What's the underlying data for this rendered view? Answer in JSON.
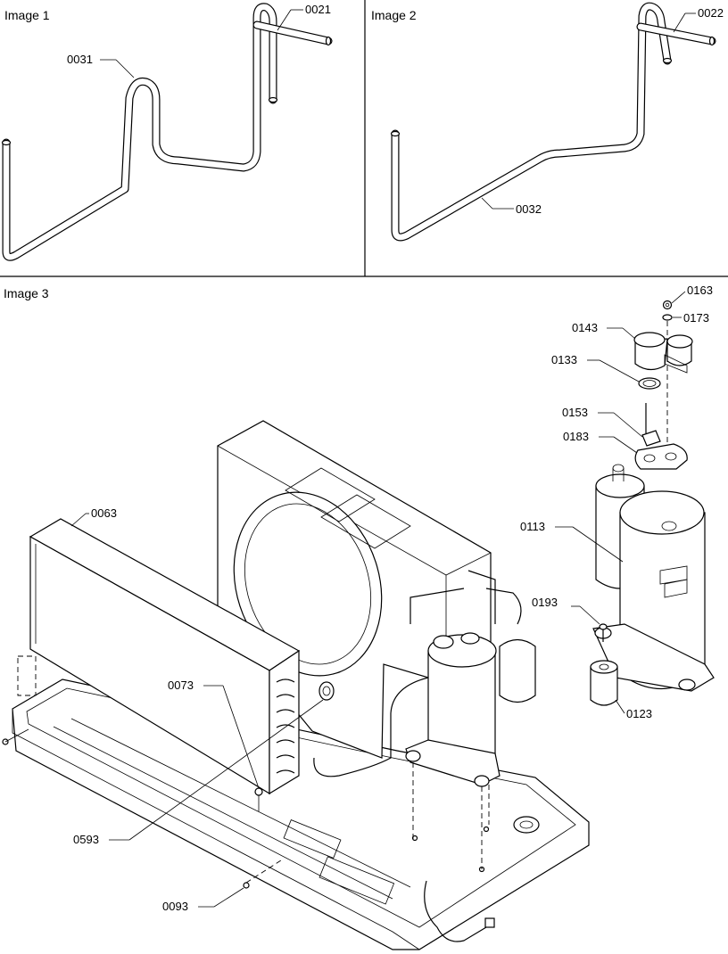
{
  "panels": {
    "image1": "Image 1",
    "image2": "Image 2",
    "image3": "Image 3"
  },
  "callouts": {
    "c0021": "0021",
    "c0031": "0031",
    "c0022": "0022",
    "c0032": "0032",
    "c0163": "0163",
    "c0173": "0173",
    "c0143": "0143",
    "c0133": "0133",
    "c0153": "0153",
    "c0183": "0183",
    "c0113": "0113",
    "c0193": "0193",
    "c0123": "0123",
    "c0063": "0063",
    "c0073": "0073",
    "c0593": "0593",
    "c0093": "0093"
  }
}
